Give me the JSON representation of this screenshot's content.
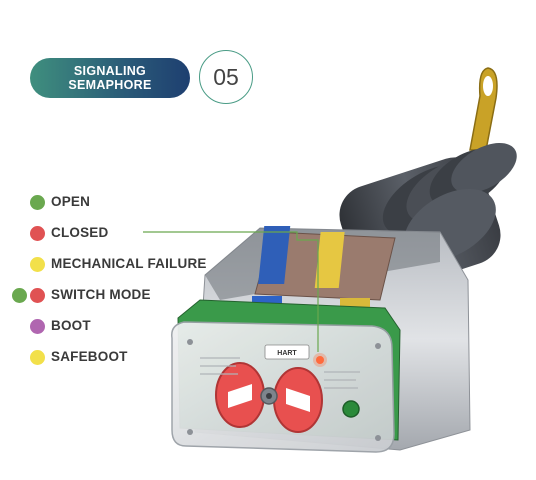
{
  "header": {
    "title_line1": "SIGNALING",
    "title_line2": "SEMAPHORE",
    "step_number": "05"
  },
  "legend": [
    {
      "label": "OPEN",
      "colors": [
        "#6aa84f"
      ]
    },
    {
      "label": "CLOSED",
      "colors": [
        "#e05253"
      ]
    },
    {
      "label": "MECHANICAL FAILURE",
      "colors": [
        "#f2e04a"
      ]
    },
    {
      "label": "SWITCH MODE",
      "colors": [
        "#6aa84f",
        "#e05253"
      ]
    },
    {
      "label": "BOOT",
      "colors": [
        "#b066b0"
      ]
    },
    {
      "label": "SAFEBOOT",
      "colors": [
        "#f2e04a"
      ]
    }
  ],
  "device": {
    "brand": "HART",
    "colors": {
      "body": "#d3d6da",
      "pcb": "#3a9a4a",
      "button": "#e8504f",
      "insulator": "#4a4e55",
      "hook": "#c9a227"
    }
  }
}
